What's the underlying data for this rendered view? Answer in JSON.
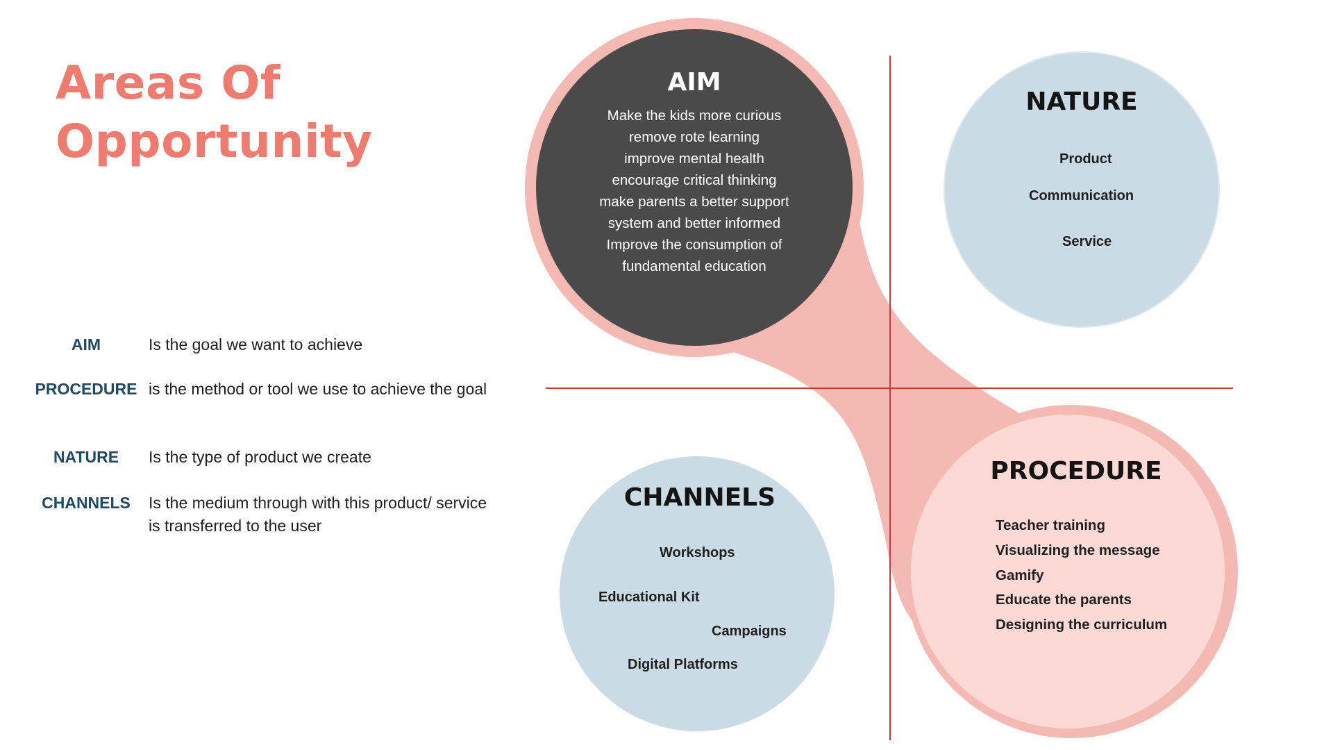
{
  "title": {
    "line1": "Areas Of",
    "line2": "Opportunity"
  },
  "legend": [
    {
      "term": "AIM",
      "definition": "Is the goal we want to achieve"
    },
    {
      "term": "PROCEDURE",
      "definition": "is the method or tool we use to achieve the goal"
    },
    {
      "term": "NATURE",
      "definition": "Is the type of product we create"
    },
    {
      "term": "CHANNELS",
      "definition": "Is the medium through with this product/ service is transferred to the user"
    }
  ],
  "aim": {
    "title": "AIM",
    "lines": [
      "Make the kids more curious",
      "remove rote learning",
      "improve mental health",
      "encourage critical thinking",
      "make parents  a better support",
      "system and better informed",
      "Improve the consumption of",
      "fundamental education"
    ]
  },
  "nature": {
    "title": "NATURE",
    "items": [
      "Product",
      "Communication",
      "Service"
    ]
  },
  "channels": {
    "title": "CHANNELS",
    "items": [
      "Workshops",
      "Educational Kit",
      "Campaigns",
      "Digital Platforms"
    ]
  },
  "procedure": {
    "title": "PROCEDURE",
    "items": [
      "Teacher training",
      "Visualizing the message",
      "Gamify",
      "Educate the parents",
      "Designing the curriculum"
    ]
  },
  "colors": {
    "title": "#ef7b6e",
    "legend_term": "#1f4a60",
    "aim_fill": "#4a4a4a",
    "pink_ring": "#f4b9b3",
    "procedure_fill": "#fdd9d5",
    "blue_fill": "#cadbe5",
    "axis_line": "#d9362f"
  }
}
